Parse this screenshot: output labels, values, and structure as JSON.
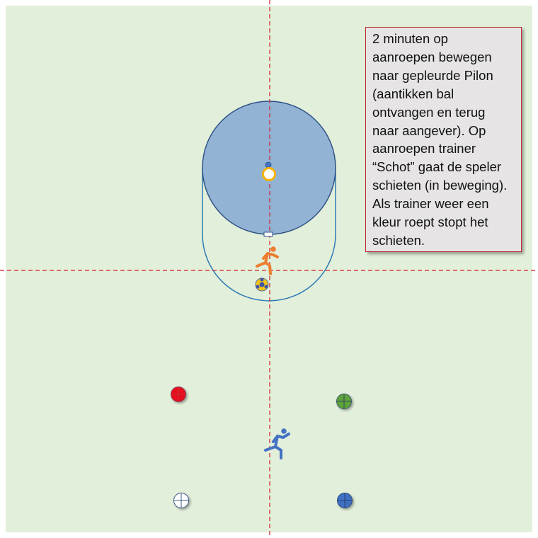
{
  "note": {
    "lines": [
      "2 minuten op",
      "aanroepen bewegen",
      "naar gepleurde Pilon",
      "(aantikken bal",
      "ontvangen en terug",
      "naar aangever). Op",
      "aanroepen trainer",
      "“Schot” gaat de speler",
      "schieten (in beweging).",
      "Als trainer weer een",
      "kleur roept stopt het",
      "schieten."
    ]
  },
  "colors": {
    "field": "#e2efda",
    "circle_fill": "#93b3d5",
    "circle_stroke": "#2f5287",
    "lane_stroke": "#2e7bb5",
    "guide_line": "#d0202a",
    "runner_orange": "#ed7d31",
    "runner_blue": "#4472c4",
    "cone_red": "#e8101e",
    "cone_green": "#5fa33a",
    "cone_white": "#ffffff",
    "cone_blue": "#3f6fc4",
    "post_ring": "#f5b400"
  },
  "icons": [
    "korfball-post-icon",
    "runner-icon",
    "ball-icon",
    "cone-icon"
  ]
}
